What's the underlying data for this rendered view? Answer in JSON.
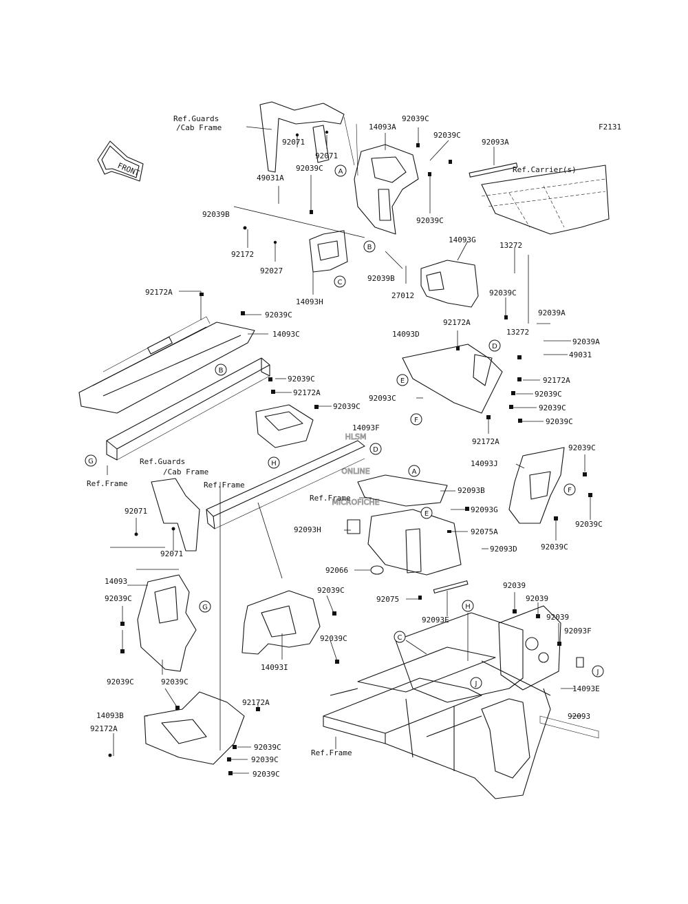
{
  "diagram": {
    "code": "F2131",
    "front_badge": "FRONT",
    "watermark": [
      "HLSM",
      "ONLINE",
      "MICROFICHE"
    ],
    "colors": {
      "line": "#111111",
      "background": "#ffffff",
      "watermark": "#9a9a9a"
    }
  },
  "references": {
    "guards_cab_top": [
      "Ref.Guards",
      "/Cab Frame"
    ],
    "carrier": "Ref.Carrier(s)",
    "frame_left": "Ref.Frame",
    "guards_cab_mid": [
      "Ref.Guards",
      "/Cab Frame"
    ],
    "frame_mid": "Ref.Frame",
    "frame_center": "Ref.Frame",
    "frame_bottom": "Ref.Frame"
  },
  "parts": {
    "p92071_a": "92071",
    "p92071_b": "92071",
    "p14093A": "14093A",
    "p92039C_1": "92039C",
    "p92039C_2": "92039C",
    "p92093A": "92093A",
    "p49031A": "49031A",
    "p92039C_3": "92039C",
    "p92039B_1": "92039B",
    "p92039C_4": "92039C",
    "p92172_1": "92172",
    "p92027": "92027",
    "p14093G": "14093G",
    "p13272_1": "13272",
    "p92039B_2": "92039B",
    "p27012": "27012",
    "p14093H": "14093H",
    "p92172A_1": "92172A",
    "p92039C_5": "92039C",
    "p14093C": "14093C",
    "p92039C_6": "92039C",
    "p92039A_1": "92039A",
    "p92172A_2": "92172A",
    "p13272_2": "13272",
    "p14093D": "14093D",
    "p92039A_2": "92039A",
    "p49031": "49031",
    "p92172A_3": "92172A",
    "p92039C_7": "92039C",
    "p92093C": "92093C",
    "p92039C_8": "92039C",
    "p92039C_9": "92039C",
    "p92039C_10": "92039C",
    "p92172A_4": "92172A",
    "p92039C_11": "92039C",
    "p92172A_5": "92172A",
    "p14093F": "14093F",
    "p92039C_12": "92039C",
    "p14093J": "14093J",
    "p92071_c": "92071",
    "p92071_d": "92071",
    "p92093B": "92093B",
    "p92093G": "92093G",
    "p92093H": "92093H",
    "p92075A": "92075A",
    "p92093D": "92093D",
    "p92039C_13": "92039C",
    "p92039C_14": "92039C",
    "p14093": "14093",
    "p92039C_15": "92039C",
    "p92066": "92066",
    "p92075": "92075",
    "p92093E": "92093E",
    "p92039C_16": "92039C",
    "p92039_1": "92039",
    "p92039_2": "92039",
    "p92039_3": "92039",
    "p92093F": "92093F",
    "p92039C_17": "92039C",
    "p14093I": "14093I",
    "p92039C_18": "92039C",
    "p92039C_19": "92039C",
    "p14093E": "14093E",
    "p14093B": "14093B",
    "p92172A_6": "92172A",
    "p92172A_7": "92172A",
    "p92093": "92093",
    "p92039C_20": "92039C",
    "p92039C_21": "92039C",
    "p92039C_22": "92039C"
  },
  "callouts": {
    "A1": "A",
    "B1": "B",
    "C1": "C",
    "B2": "B",
    "D1": "D",
    "E1": "E",
    "F1": "F",
    "G1": "G",
    "H1": "H",
    "D2": "D",
    "A2": "A",
    "E2": "E",
    "F2": "F",
    "G2": "G",
    "H2": "H",
    "C2": "C",
    "J1": "J",
    "J2": "J"
  }
}
